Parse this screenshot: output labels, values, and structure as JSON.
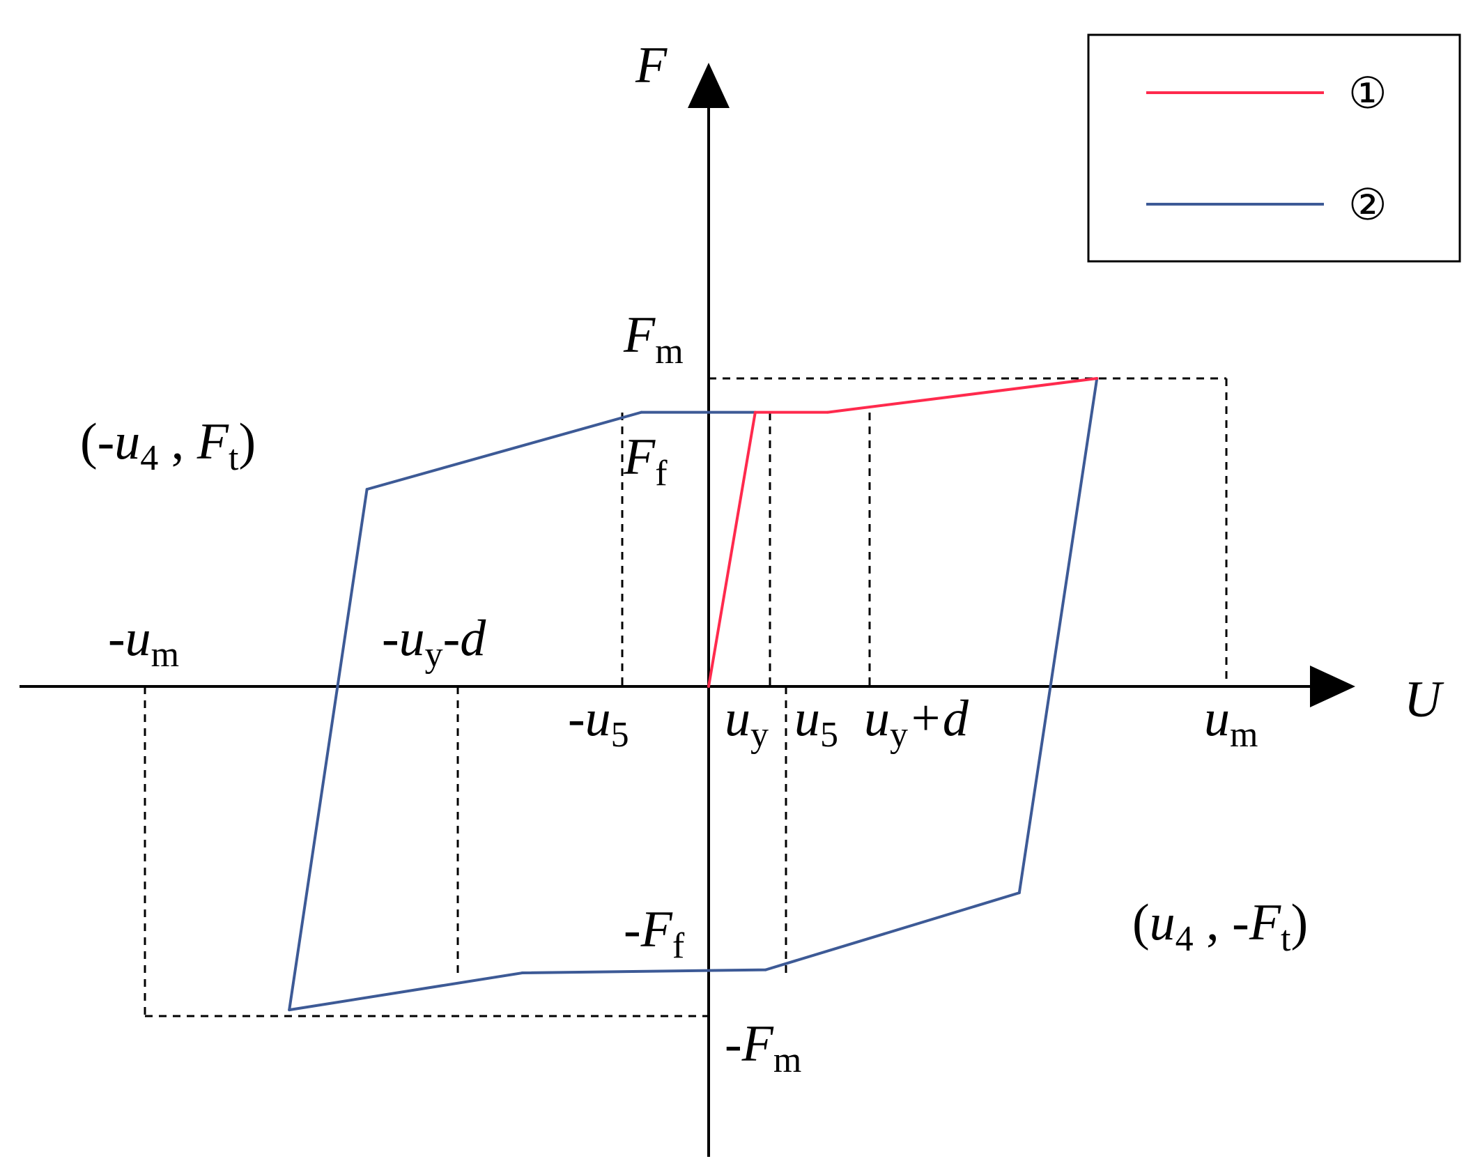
{
  "colors": {
    "curve1": "#ff2a4d",
    "curve2": "#3d5a96",
    "axis": "#000000",
    "background": "#ffffff"
  },
  "axes": {
    "x_label": "U",
    "y_label": "F"
  },
  "legend": {
    "items": [
      {
        "symbol": "①",
        "color": "#ff2a4d"
      },
      {
        "symbol": "②",
        "color": "#3d5a96"
      }
    ]
  },
  "labels": {
    "Fm": {
      "base": "F",
      "sub": "m"
    },
    "Ff": {
      "base": "F",
      "sub": "f"
    },
    "neg_Ff": {
      "prefix": "-",
      "base": "F",
      "sub": "f"
    },
    "neg_Fm": {
      "prefix": "-",
      "base": "F",
      "sub": "m"
    },
    "neg_um": {
      "prefix": "-",
      "base": "u",
      "sub": "m"
    },
    "neg_uy_d": {
      "prefix": "-",
      "base": "u",
      "sub": "y",
      "suffix": "-d"
    },
    "neg_u5": {
      "prefix": "-",
      "base": "u",
      "sub": "5"
    },
    "uy": {
      "base": "u",
      "sub": "y"
    },
    "u5": {
      "base": "u",
      "sub": "5"
    },
    "uy_plus_d": {
      "base": "u",
      "sub": "y",
      "suffix": "+d"
    },
    "um": {
      "base": "u",
      "sub": "m"
    },
    "pt_neg_u4_Ft": {
      "open": "(-",
      "u": "u",
      "u_sub": "4",
      "sep": " , ",
      "f": "F",
      "f_sub": "t",
      "close": ")"
    },
    "pt_u4_neg_Ft": {
      "open": "(",
      "u": "u",
      "u_sub": "4",
      "sep": " , -",
      "f": "F",
      "f_sub": "t",
      "close": ")"
    }
  },
  "chart_data": {
    "type": "line",
    "x_reference": [
      "-um",
      "-uy-d",
      "-u5",
      "0",
      "uy",
      "u5",
      "uy+d",
      "um"
    ],
    "y_reference": [
      "-Fm",
      "-Ff",
      "0",
      "Ff",
      "Fm"
    ],
    "series": [
      {
        "name": "①",
        "points": [
          [
            0,
            0
          ],
          [
            0.09,
            0.89
          ],
          [
            0.23,
            0.89
          ],
          [
            0.75,
            1.0
          ]
        ]
      },
      {
        "name": "②",
        "points": [
          [
            0.75,
            1.0
          ],
          [
            0.6,
            -0.67
          ],
          [
            0.11,
            -0.92
          ],
          [
            -0.36,
            -0.93
          ],
          [
            -0.81,
            -1.05
          ],
          [
            -0.66,
            0.64
          ],
          [
            -0.13,
            0.89
          ],
          [
            0.09,
            0.89
          ]
        ]
      }
    ]
  }
}
